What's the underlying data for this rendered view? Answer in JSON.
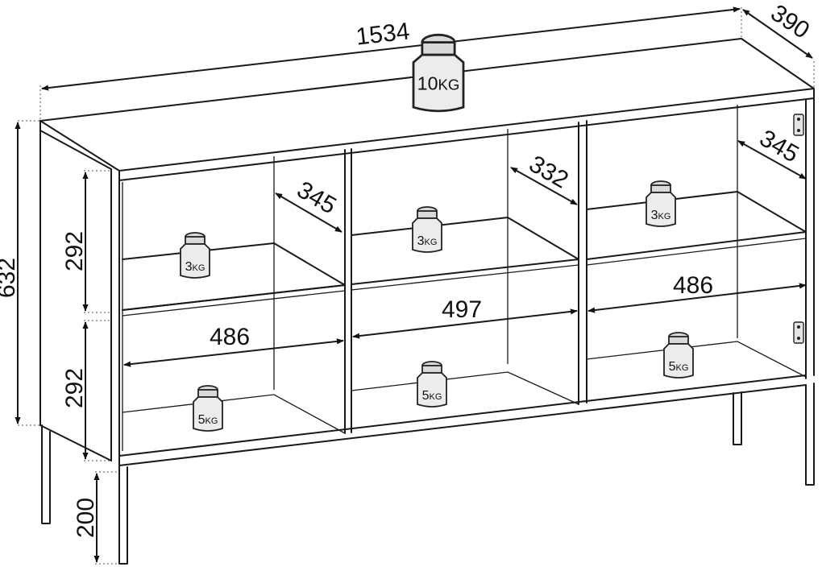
{
  "dimensions": {
    "width": "1534",
    "depth": "390",
    "height": "632",
    "upper_compartment_height": "292",
    "lower_compartment_height": "292",
    "leg_height": "200",
    "depth_left": "345",
    "depth_middle": "332",
    "depth_right": "345",
    "width_left": "486",
    "width_middle": "497",
    "width_right": "486"
  },
  "weights": {
    "top": {
      "number": "10",
      "unit": "KG"
    },
    "upper_left": {
      "number": "3",
      "unit": "KG"
    },
    "upper_middle": {
      "number": "3",
      "unit": "KG"
    },
    "upper_right": {
      "number": "3",
      "unit": "KG"
    },
    "lower_left": {
      "number": "5",
      "unit": "KG"
    },
    "lower_middle": {
      "number": "5",
      "unit": "KG"
    },
    "lower_right": {
      "number": "5",
      "unit": "KG"
    }
  }
}
